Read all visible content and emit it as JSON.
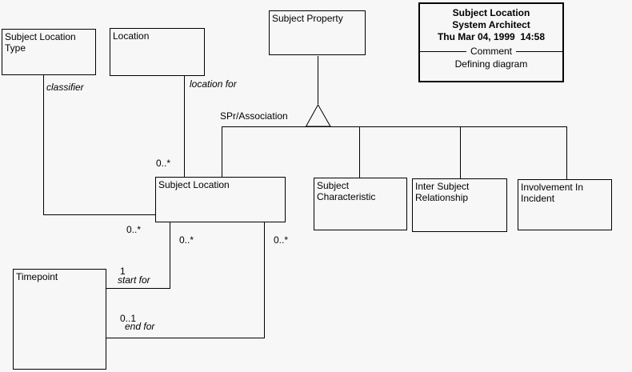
{
  "diagram": {
    "background": "#f7f7f7",
    "line_color": "#000000"
  },
  "title_block": {
    "title": "Subject Location",
    "app": "System Architect",
    "timestamp": "Thu Mar 04, 1999  14:58",
    "comment_label": "Comment",
    "comment_body": "Defining diagram"
  },
  "entities": {
    "subject_location_type": {
      "label": "Subject Location Type"
    },
    "location": {
      "label": "Location"
    },
    "subject_property": {
      "label": "Subject Property"
    },
    "subject_location": {
      "label": "Subject Location"
    },
    "subject_characteristic": {
      "label": "Subject Characteristic"
    },
    "inter_subject_relationship": {
      "label": "Inter Subject Relationship"
    },
    "involvement_in_incident": {
      "label": "Involvement In Incident"
    },
    "timepoint": {
      "label": "Timepoint"
    }
  },
  "relationship_labels": {
    "classifier": "classifier",
    "location_for": "location for",
    "association": "SPr/Association",
    "start_for": "start for",
    "end_for": "end for"
  },
  "multiplicities": {
    "location_end": "0..*",
    "classifier_end": "0..*",
    "start_many": "0..*",
    "end_many": "0..*",
    "start_one": "1",
    "end_zero_one": "0..1"
  }
}
